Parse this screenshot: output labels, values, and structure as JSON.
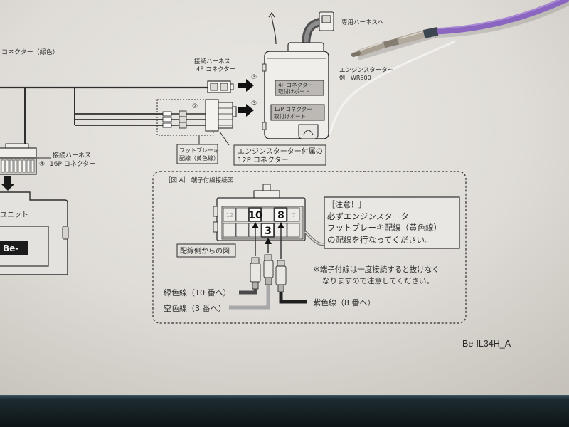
{
  "document": {
    "code": "Be-IL34H_A"
  },
  "overview": {
    "harness_dest": "専用ハーネスへ",
    "green_connector": "コネクター（緑色）",
    "harness_4p": {
      "line1": "接続ハーネス",
      "line2": "4P コネクター"
    },
    "marker_upper": "③",
    "marker_lower": "③",
    "marker_2": "②",
    "starter": {
      "line1": "エンジンスターター",
      "line2": "例　WR500"
    },
    "port_4p": {
      "line1": "4P コネクター",
      "line2": "取付けポート"
    },
    "port_12p": {
      "line1": "12P コネクター",
      "line2": "取付けポート"
    },
    "foot_brake": {
      "line1": "フットブレーキ",
      "line2": "配線（黄色線）"
    },
    "starter_12p": {
      "line1": "エンジンスターター付属の",
      "line2": "12P コネクター"
    },
    "harness_16p": {
      "line1": "接続ハーネス",
      "marker": "④",
      "line2": "16P コネクター"
    },
    "unit": {
      "label": "ユニット",
      "badge": "Be-"
    }
  },
  "figure_a": {
    "title": "［図 A］ 端子付線接続図",
    "view_label": "配線側からの図",
    "connector": {
      "top_row": [
        "12",
        "",
        "10",
        "",
        "8",
        "7"
      ],
      "bottom_row": [
        "",
        "",
        "",
        "3",
        "",
        ""
      ]
    },
    "caution": {
      "heading": "［注意！］",
      "lines": [
        "必ずエンジンスターター",
        "フットブレーキ配線（黄色線）",
        "の配線を行なってください。"
      ]
    },
    "footnote": [
      "※端子付線は一度接続すると抜けなく",
      "なりますので注意してください。"
    ],
    "wires": [
      {
        "label": "緑色線（10 番へ）",
        "tone": "#4a4a4a"
      },
      {
        "label": "空色線（3 番へ）",
        "tone": "#a8a8a8"
      },
      {
        "label": "紫色線（8 番へ）",
        "tone": "#1f1f1f"
      }
    ]
  },
  "colors": {
    "ink": "#2f2f2f",
    "port_fill": "#bcb9b4",
    "purple_wire": "#8b66c0",
    "table": "#18252a"
  }
}
